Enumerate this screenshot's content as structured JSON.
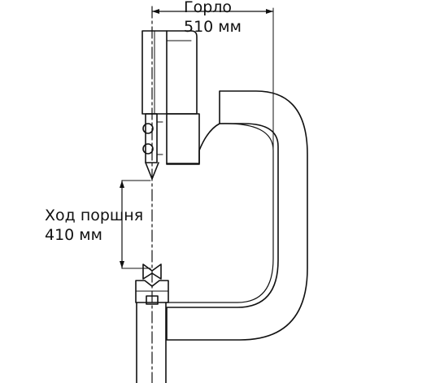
{
  "annotations": {
    "throat_title": "Горло",
    "throat_value": "510 мм",
    "stroke_title": "Ход поршня",
    "stroke_value": "410 мм"
  },
  "colors": {
    "line": "#111111",
    "background": "#ffffff"
  }
}
